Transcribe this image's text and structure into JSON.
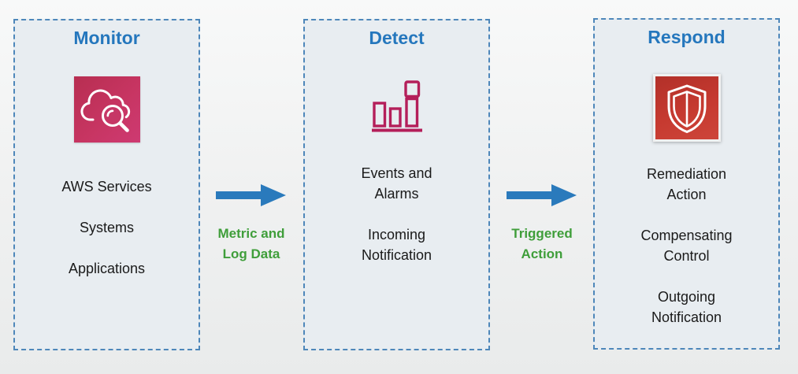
{
  "diagram": {
    "panels": [
      {
        "id": "monitor",
        "title": "Monitor",
        "icon": "cloud-search-icon",
        "items": [
          "AWS Services",
          "Systems",
          "Applications"
        ]
      },
      {
        "id": "detect",
        "title": "Detect",
        "icon": "bar-chart-alarm-icon",
        "items": [
          "Events and Alarms",
          "Incoming Notification"
        ]
      },
      {
        "id": "respond",
        "title": "Respond",
        "icon": "shield-icon",
        "items": [
          "Remediation Action",
          "Compensating Control",
          "Outgoing Notification"
        ]
      }
    ],
    "connectors": [
      {
        "label": "Metric and Log Data"
      },
      {
        "label": "Triggered Action"
      }
    ],
    "colors": {
      "title_blue": "#2577bd",
      "arrow_blue": "#2a7abc",
      "label_green": "#3f9e3a",
      "monitor_icon_pink": "#c73562",
      "detect_icon_crimson": "#b41f5a",
      "respond_icon_red": "#c63a30",
      "panel_fill": "#e8edf1",
      "panel_border": "#4e87ba"
    }
  }
}
